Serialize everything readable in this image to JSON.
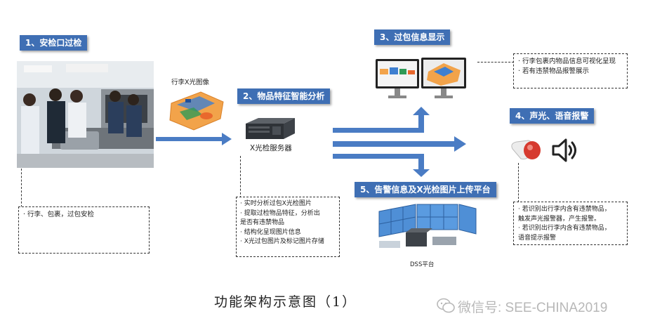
{
  "steps": {
    "step1": "1、安检口过检",
    "step2": "2、物品特征智能分析",
    "step3": "3、过包信息显示",
    "step4": "4、声光、语音报警",
    "step5": "5、告警信息及X光检图片上传平台"
  },
  "labels": {
    "xray_image": "行李X光图像",
    "server": "X光检服务器",
    "platform": "DSS平台"
  },
  "notes": {
    "note1": [
      "· 行李、包裹，过包安检"
    ],
    "note2": [
      "· 实时分析过包X光检图片",
      "· 提取过检物品特征，分析出",
      "是否有违禁物品",
      "· 结构化呈现图片信息",
      "· X光过包图片及标记图片存储"
    ],
    "note3": [
      "· 行李包裹内物品信息可视化呈现",
      "· 若有违禁物品报警展示"
    ],
    "note4": [
      "· 若识别出行李内含有违禁物品，",
      "触发声光报警器，产生报警。",
      "· 若识别出行李内含有违禁物品，",
      "语音提示报警"
    ]
  },
  "caption": "功能架构示意图（1）",
  "watermark": "微信号: SEE-CHINA2019",
  "colors": {
    "label_bg": "#3f6fb4",
    "arrow": "#4a7cc4",
    "alarm_red": "#d63a2f"
  },
  "icons": [
    "security-checkpoint-photo",
    "xray-luggage-image",
    "server-icon",
    "monitor-icon",
    "alarm-light-icon",
    "speaker-icon",
    "video-wall-icon",
    "wechat-icon"
  ]
}
